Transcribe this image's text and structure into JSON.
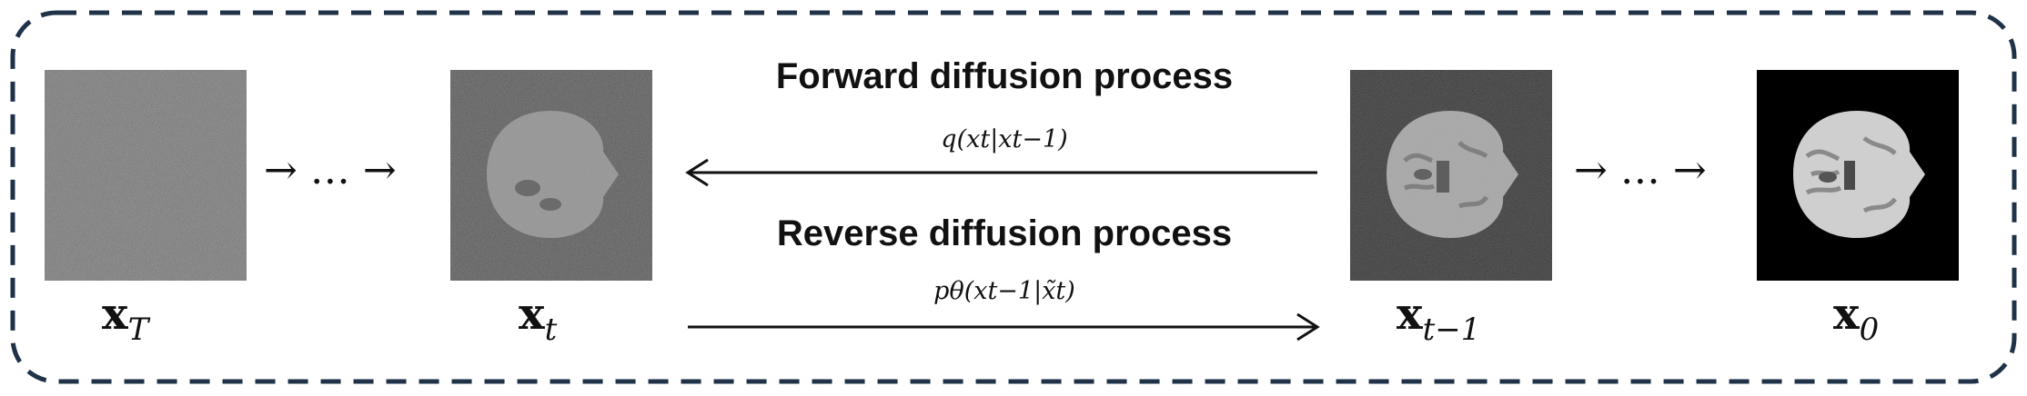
{
  "colors": {
    "frame": "#1f3247",
    "arrow": "#111111",
    "noise_dark": "#3a3a3a",
    "noise_light": "#8a8a8a",
    "background_black": "#000000"
  },
  "panels": {
    "xT": {
      "label_main": "x",
      "label_sub": "T"
    },
    "xt": {
      "label_main": "x",
      "label_sub": "t"
    },
    "xt1": {
      "label_main": "x",
      "label_sub": "t−1"
    },
    "x0": {
      "label_main": "x",
      "label_sub": "0"
    }
  },
  "chains": {
    "left": "→ … →",
    "right": "→ … →"
  },
  "forward": {
    "title": "Forward diffusion process",
    "formula": "q(xt|xt−1)"
  },
  "reverse": {
    "title": "Reverse diffusion process",
    "formula": "pθ(xt−1|x̃t)"
  }
}
